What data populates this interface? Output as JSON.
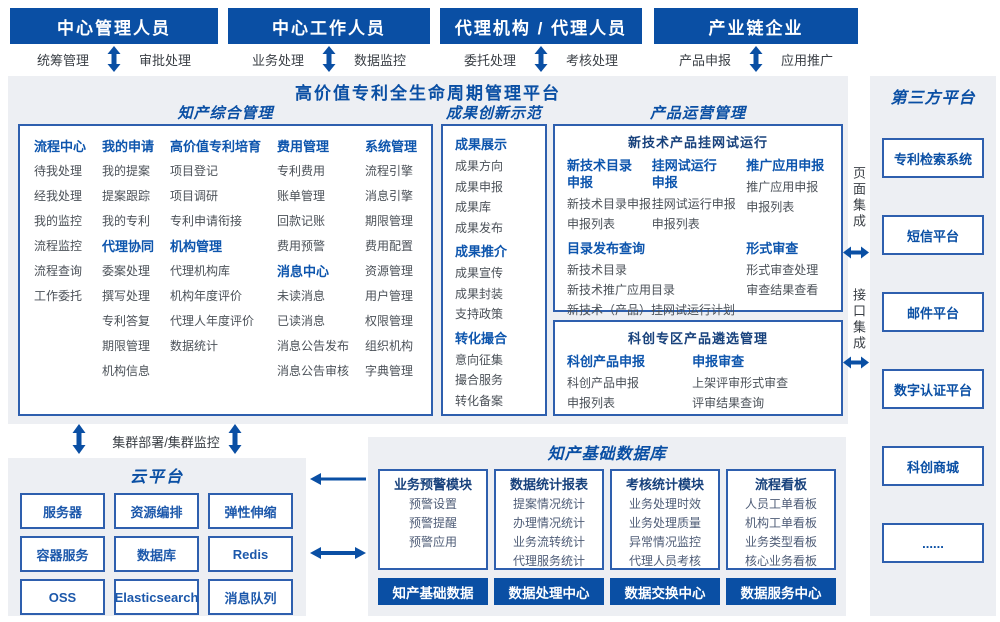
{
  "colors": {
    "primary": "#0a4fa4",
    "border": "#2e5fae",
    "panel_bg": "#edeff3",
    "item_text": "#4b5158"
  },
  "roles": [
    {
      "label": "中心管理人员",
      "left": "统筹管理",
      "right": "审批处理"
    },
    {
      "label": "中心工作人员",
      "left": "业务处理",
      "right": "数据监控"
    },
    {
      "label": "代理机构 / 代理人员",
      "left": "委托处理",
      "right": "考核处理"
    },
    {
      "label": "产业链企业",
      "left": "产品申报",
      "right": "应用推广"
    }
  ],
  "platform": {
    "title": "高价值专利全生命周期管理平台"
  },
  "ip": {
    "title": "知产综合管理",
    "col1": [
      {
        "h": "流程中心",
        "items": [
          "待我处理",
          "经我处理",
          "我的监控",
          "流程监控",
          "流程查询",
          "工作委托"
        ]
      }
    ],
    "col2": [
      {
        "h": "我的申请",
        "items": [
          "我的提案",
          "提案跟踪",
          "我的专利"
        ]
      },
      {
        "h": "代理协同",
        "items": [
          "委案处理",
          "撰写处理",
          "专利答复",
          "期限管理",
          "机构信息"
        ]
      }
    ],
    "col3": [
      {
        "h": "高价值专利培育",
        "items": [
          "项目登记",
          "项目调研",
          "专利申请衔接"
        ]
      },
      {
        "h": "机构管理",
        "items": [
          "代理机构库",
          "机构年度评价",
          "代理人年度评价",
          "数据统计"
        ]
      }
    ],
    "col4": [
      {
        "h": "费用管理",
        "items": [
          "专利费用",
          "账单管理",
          "回款记账",
          "费用预警"
        ]
      },
      {
        "h": "消息中心",
        "items": [
          "未读消息",
          "已读消息",
          "消息公告发布",
          "消息公告审核"
        ]
      }
    ],
    "col5": [
      {
        "h": "系统管理",
        "items": [
          "流程引擎",
          "消息引擎",
          "期限管理",
          "费用配置",
          "资源管理",
          "用户管理",
          "权限管理",
          "组织机构",
          "字典管理"
        ]
      }
    ]
  },
  "achievements": {
    "title": "成果创新示范",
    "groups": [
      {
        "h": "成果展示",
        "items": [
          "成果方向",
          "成果申报",
          "成果库",
          "成果发布"
        ]
      },
      {
        "h": "成果推介",
        "items": [
          "成果宣传",
          "成果封装",
          "支持政策"
        ]
      },
      {
        "h": "转化撮合",
        "items": [
          "意向征集",
          "撮合服务",
          "转化备案"
        ]
      }
    ]
  },
  "product_ops": {
    "title": "产品运营管理",
    "trial": {
      "title": "新技术产品挂网试运行",
      "row1": [
        {
          "h": "新技术目录\n申报",
          "items": [
            "新技术目录申报",
            "申报列表"
          ]
        },
        {
          "h": "挂网试运行\n申报",
          "items": [
            "挂网试运行申报",
            "申报列表"
          ]
        },
        {
          "h": "推广应用申报",
          "items": [
            "推广应用申报",
            "申报列表"
          ]
        }
      ],
      "row2": [
        {
          "h": "目录发布查询",
          "items": [
            "新技术目录",
            "新技术推广应用目录",
            "新技术（产品）挂网试运行计划"
          ]
        },
        {
          "h": "形式审查",
          "items": [
            "形式审查处理",
            "审查结果查看"
          ]
        }
      ]
    },
    "selection": {
      "title": "科创专区产品遴选管理",
      "groups": [
        {
          "h": "科创产品申报",
          "items": [
            "科创产品申报",
            "申报列表"
          ]
        },
        {
          "h": "申报审查",
          "items": [
            "上架评审形式审查",
            "评审结果查询"
          ]
        }
      ]
    }
  },
  "third_party": {
    "title": "第三方平台",
    "systems": [
      "专利检索系统",
      "短信平台",
      "邮件平台",
      "数字认证平台",
      "科创商城",
      "......"
    ]
  },
  "integration": {
    "page": "页面集成",
    "api": "接口集成"
  },
  "cluster_label": "集群部署/集群监控",
  "cloud": {
    "title": "云平台",
    "services": [
      "服务器",
      "资源编排",
      "弹性伸缩",
      "容器服务",
      "数据库",
      "Redis",
      "OSS",
      "Elasticsearch",
      "消息队列"
    ]
  },
  "database": {
    "title": "知产基础数据库",
    "modules": [
      {
        "h": "业务预警模块",
        "items": [
          "预警设置",
          "预警提醒",
          "预警应用"
        ]
      },
      {
        "h": "数据统计报表",
        "items": [
          "提案情况统计",
          "办理情况统计",
          "业务流转统计",
          "代理服务统计"
        ]
      },
      {
        "h": "考核统计模块",
        "items": [
          "业务处理时效",
          "业务处理质量",
          "异常情况监控",
          "代理人员考核"
        ]
      },
      {
        "h": "流程看板",
        "items": [
          "人员工单看板",
          "机构工单看板",
          "业务类型看板",
          "核心业务看板"
        ]
      }
    ],
    "centers": [
      "知产基础数据",
      "数据处理中心",
      "数据交换中心",
      "数据服务中心"
    ]
  }
}
